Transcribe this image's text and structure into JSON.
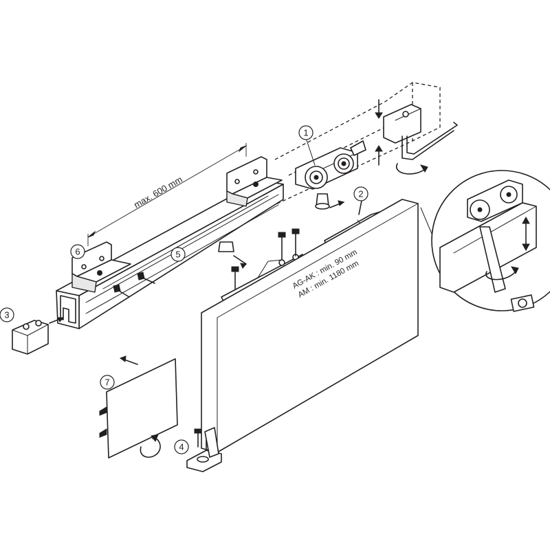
{
  "diagram": {
    "dimension_label": "max. 600 mm",
    "note_line_1": "AG-AK : min. 90 mm",
    "note_line_2": "AM : min. 1180 mm",
    "callouts": [
      {
        "id": "callout-1",
        "label": "1"
      },
      {
        "id": "callout-2",
        "label": "2"
      },
      {
        "id": "callout-3",
        "label": "3"
      },
      {
        "id": "callout-4",
        "label": "4"
      },
      {
        "id": "callout-5",
        "label": "5"
      },
      {
        "id": "callout-6",
        "label": "6"
      },
      {
        "id": "callout-7",
        "label": "7"
      }
    ]
  }
}
